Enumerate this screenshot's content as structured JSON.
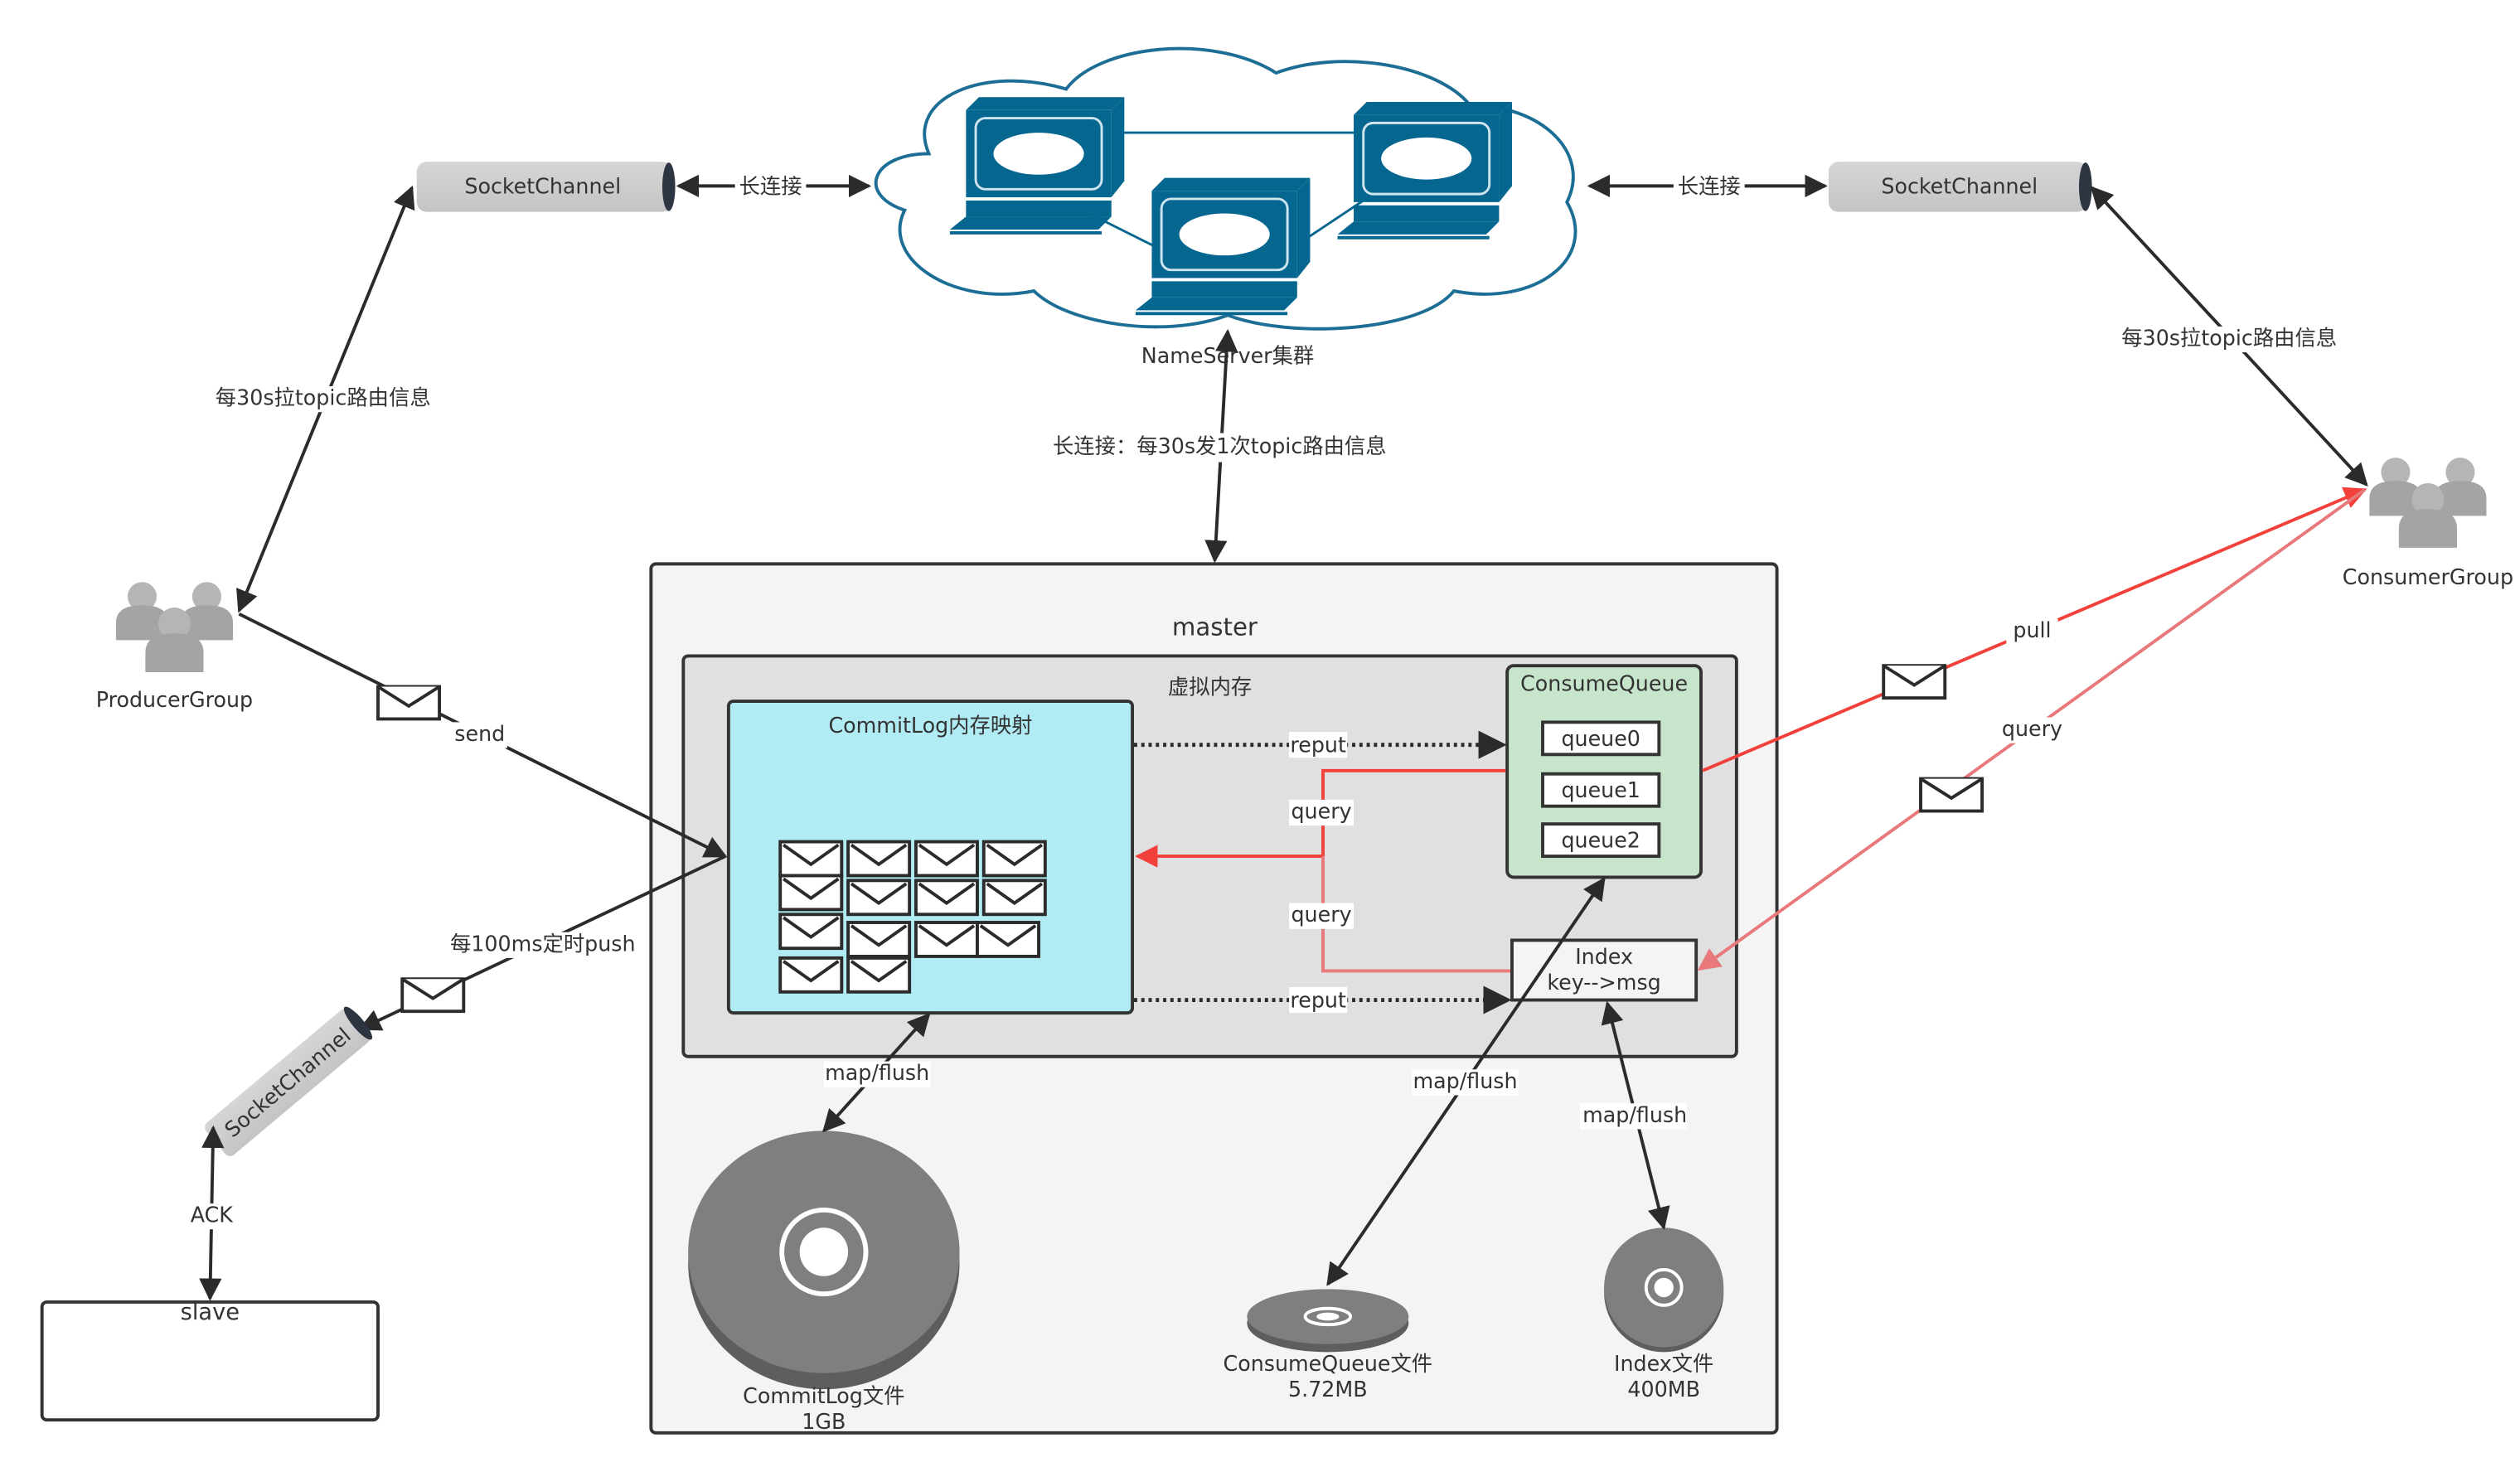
{
  "colors": {
    "cloud_stroke": "#1d6e95",
    "server": "#05668f",
    "master_bg": "#f4f4f4",
    "vmem_bg": "#e0e0e0",
    "commitlog_bg": "#b1ebf3",
    "consumequeue_bg": "#c7e5ca",
    "red": "#f2413a",
    "light_red": "#e8787a",
    "disk": "#7f7f7f"
  },
  "nameserver": {
    "label": "NameServer集群"
  },
  "socket_left": {
    "label": "SocketChannel",
    "link": "长连接",
    "route": "每30s拉topic路由信息"
  },
  "socket_right": {
    "label": "SocketChannel",
    "link": "长连接",
    "route": "每30s拉topic路由信息"
  },
  "socket_slave": {
    "label": "SocketChannel"
  },
  "producer": {
    "label": "ProducerGroup",
    "send": "send"
  },
  "consumer": {
    "label": "ConsumerGroup",
    "pull": "pull",
    "query": "query"
  },
  "broker_link": "长连接：每30s发1次topic路由信息",
  "master": {
    "title": "master",
    "vmem": "虚拟内存",
    "commitlog": "CommitLog内存映射",
    "consumequeue": {
      "title": "ConsumeQueue",
      "queues": [
        "queue0",
        "queue1",
        "queue2"
      ]
    },
    "index": {
      "title": "Index",
      "sub": "key-->msg"
    },
    "reput1": "reput",
    "reput2": "reput",
    "query1": "query",
    "query2": "query"
  },
  "files": {
    "commitlog": {
      "name": "CommitLog文件",
      "size": "1GB",
      "link": "map/flush"
    },
    "consumequeue": {
      "name": "ConsumeQueue文件",
      "size": "5.72MB",
      "link": "map/flush"
    },
    "index": {
      "name": "Index文件",
      "size": "400MB",
      "link": "map/flush"
    }
  },
  "replication": {
    "push": "每100ms定时push",
    "ack": "ACK",
    "slave": "slave"
  }
}
